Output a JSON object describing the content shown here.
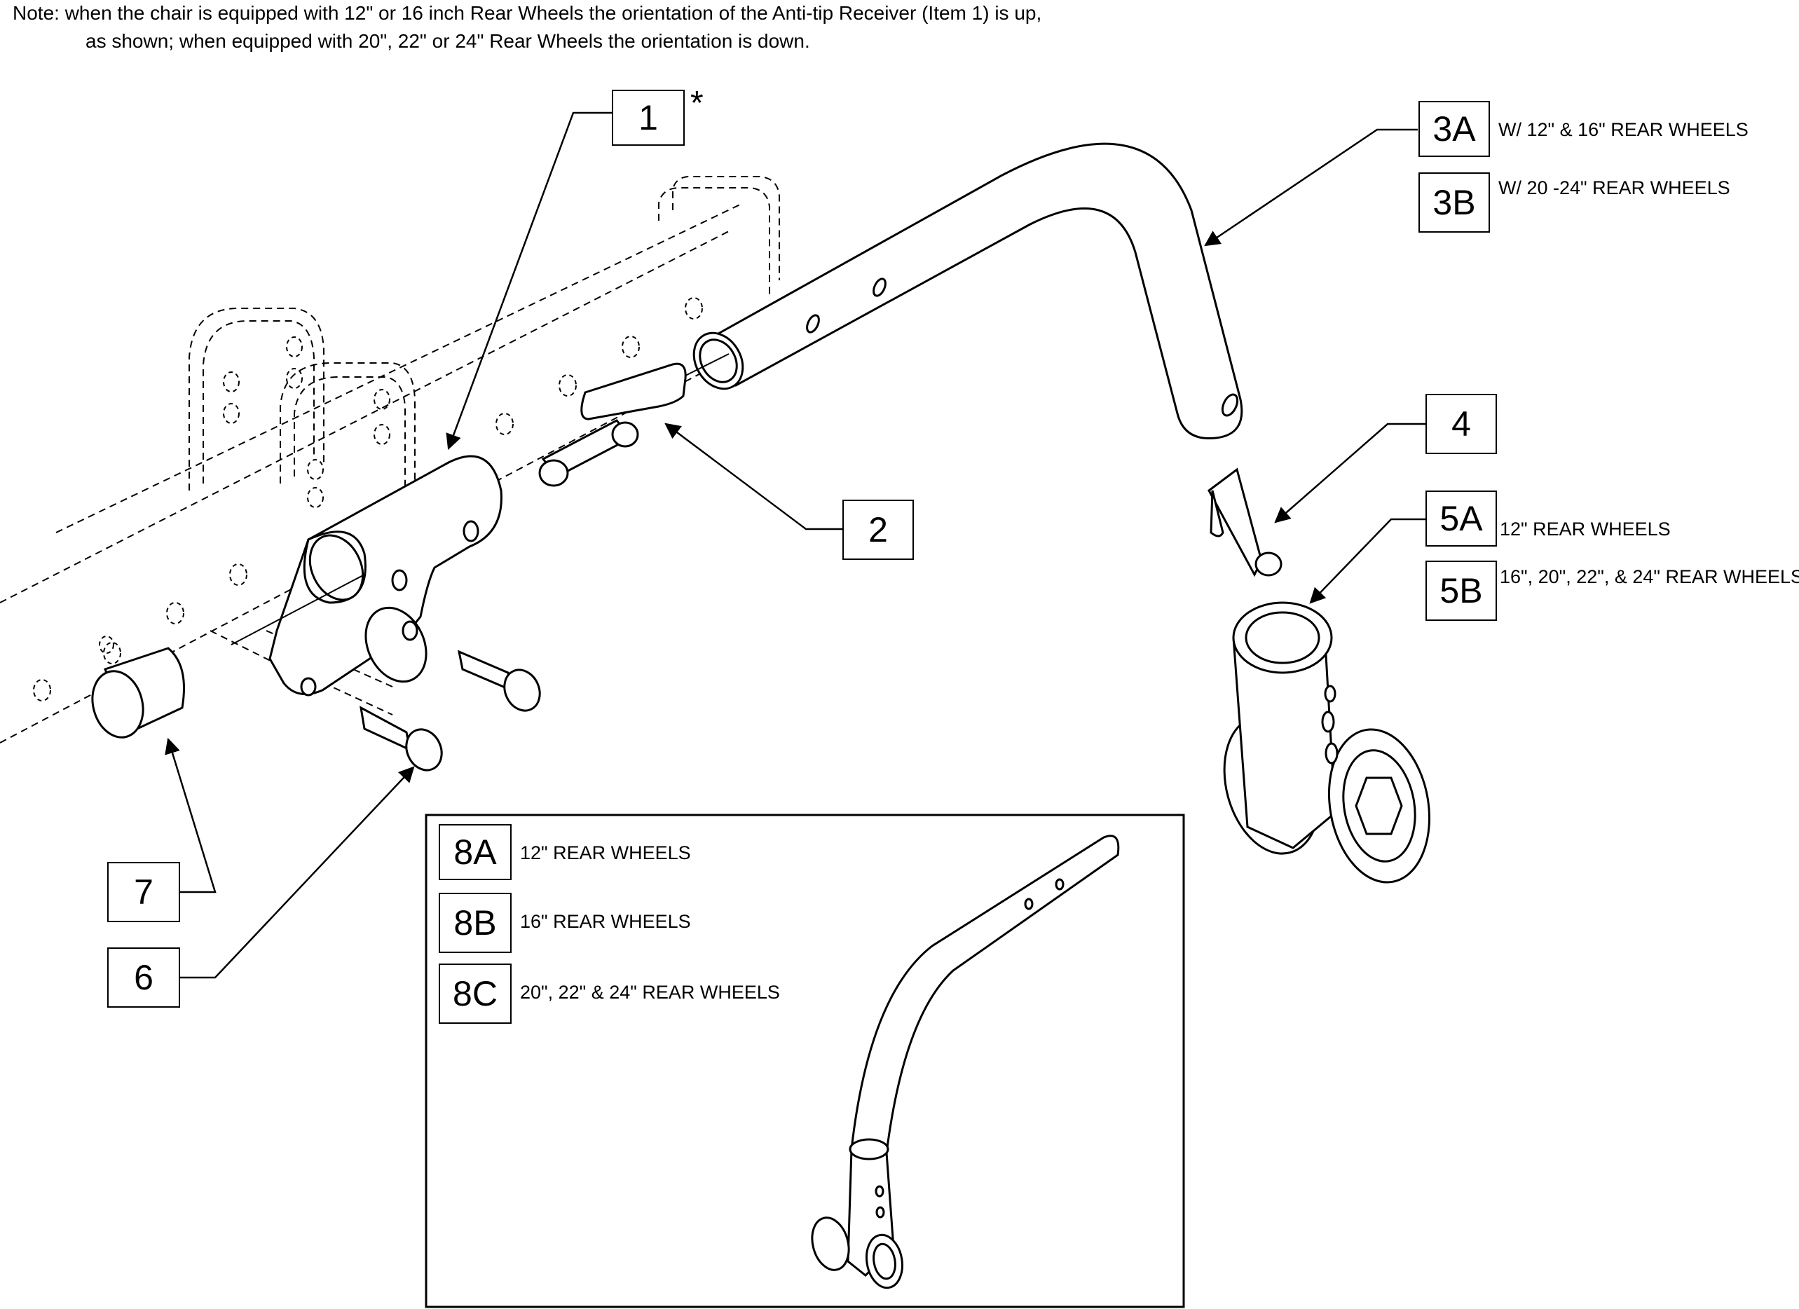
{
  "note": {
    "line1": "Note: when the chair is equipped with 12\" or 16 inch Rear Wheels the orientation of the Anti-tip Receiver (Item 1) is up,",
    "line2": "as shown; when equipped with 20\", 22\" or 24\" Rear Wheels the orientation is down."
  },
  "callouts": {
    "c1": "1",
    "c1_mark": "*",
    "c2": "2",
    "c3a": "3A",
    "c3a_label": "W/ 12\" & 16\" REAR WHEELS",
    "c3b": "3B",
    "c3b_label": "W/ 20 -24\" REAR WHEELS",
    "c4": "4",
    "c5a": "5A",
    "c5a_label": "12\" REAR WHEELS",
    "c5b": "5B",
    "c5b_label": "16\", 20\", 22\", & 24\" REAR WHEELS",
    "c6": "6",
    "c7": "7",
    "c8a": "8A",
    "c8a_label": "12\" REAR WHEELS",
    "c8b": "8B",
    "c8b_label": "16\" REAR WHEELS",
    "c8c": "8C",
    "c8c_label": "20\", 22\" & 24\" REAR WHEELS"
  }
}
